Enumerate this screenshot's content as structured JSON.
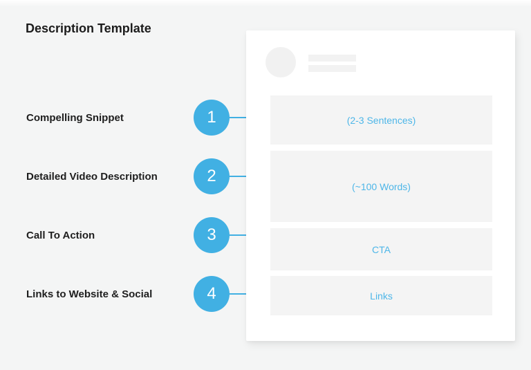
{
  "title": "Description Template",
  "colors": {
    "accent_blue": "#41b0e3",
    "box_text_blue": "#4db6e8",
    "heading_text": "#1c1c1c",
    "page_background": "#f4f5f5",
    "card_background": "#ffffff",
    "box_background": "#f4f4f4",
    "skeleton_gray": "#f1f1f1"
  },
  "icons": {
    "arrow_right": "arrow-right-icon",
    "avatar_placeholder": "avatar-placeholder",
    "step_badges": [
      "1",
      "2",
      "3",
      "4"
    ]
  },
  "rows": [
    {
      "label": "Compelling Snippet",
      "number": "1",
      "placeholder": "(2-3 Sentences)"
    },
    {
      "label": "Detailed Video Description",
      "number": "2",
      "placeholder": "(~100 Words)"
    },
    {
      "label": "Call To Action",
      "number": "3",
      "placeholder": "CTA"
    },
    {
      "label": "Links to Website & Social",
      "number": "4",
      "placeholder": "Links"
    }
  ]
}
